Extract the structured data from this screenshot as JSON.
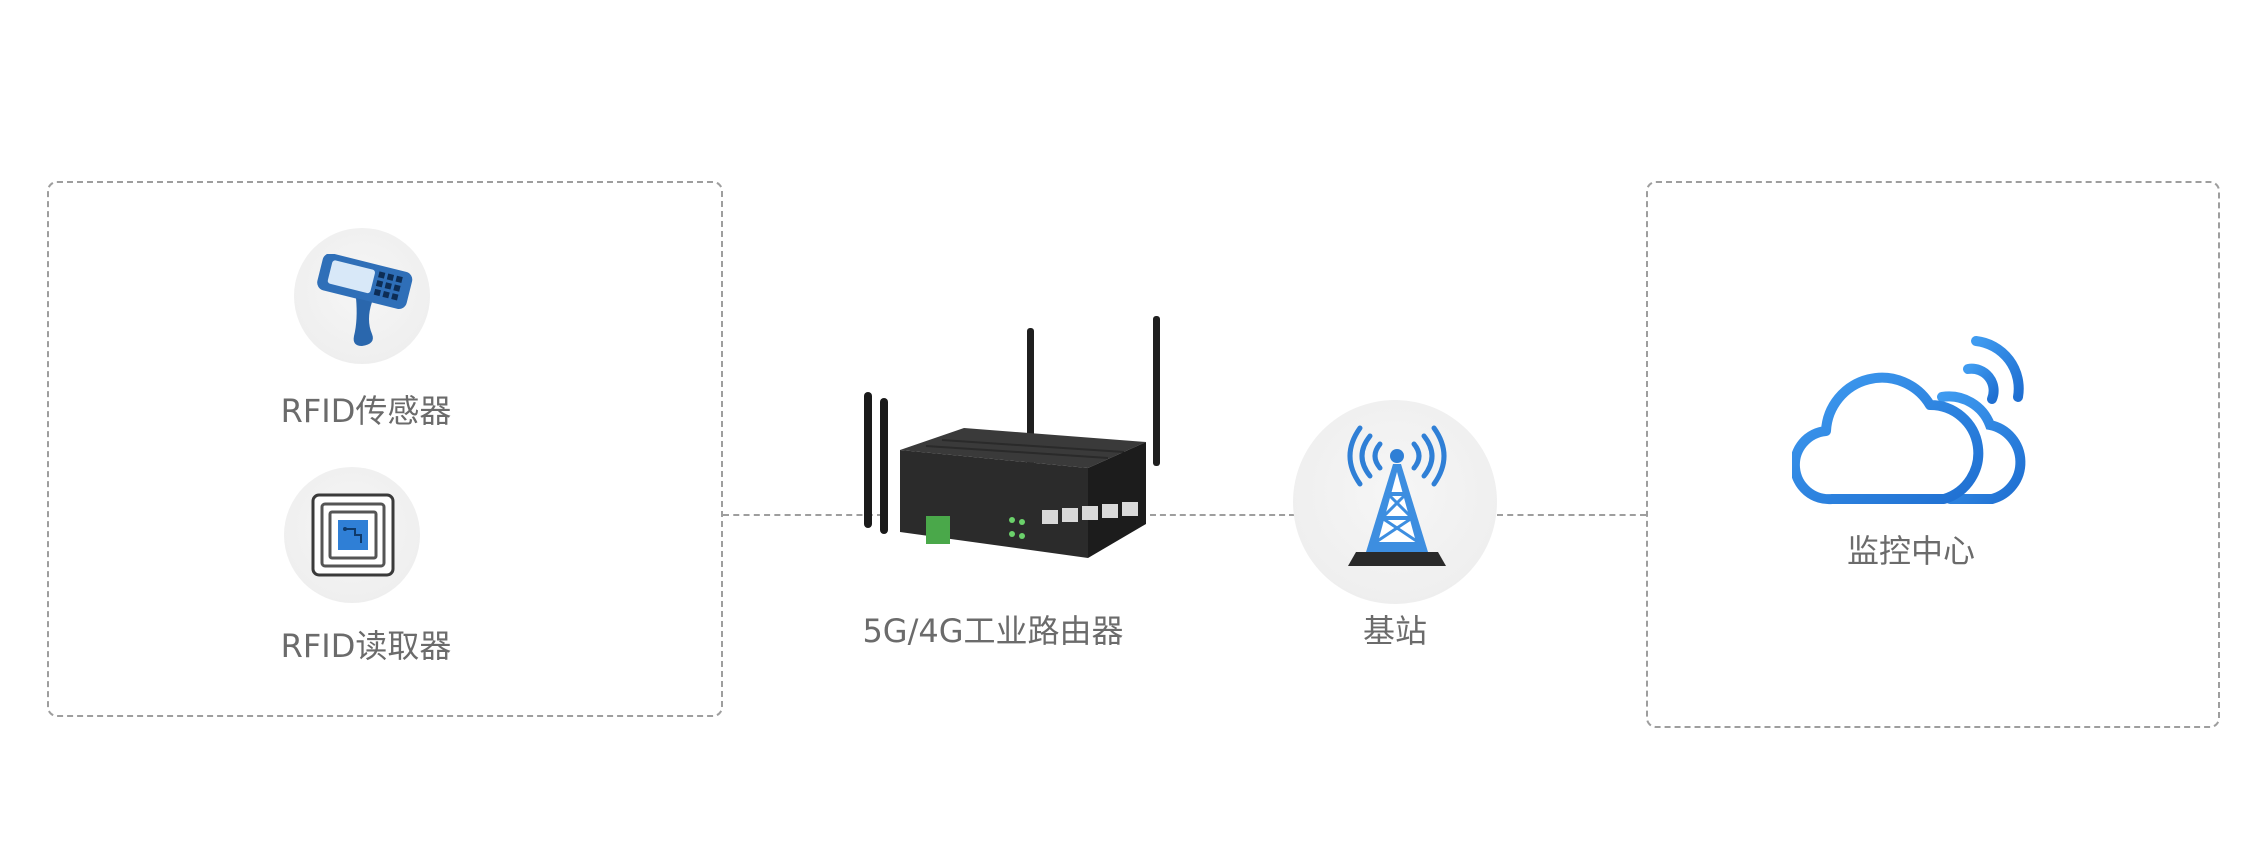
{
  "nodes": {
    "rfid_sensor": {
      "label": "RFID传感器",
      "icon": "handheld-scanner-icon"
    },
    "rfid_reader": {
      "label": "RFID读取器",
      "icon": "rfid-tag-icon"
    },
    "router": {
      "label": "5G/4G工业路由器",
      "icon": "industrial-router-icon"
    },
    "base_station": {
      "label": "基站",
      "icon": "cell-tower-icon"
    },
    "monitor_center": {
      "label": "监控中心",
      "icon": "cloud-icon"
    }
  },
  "colors": {
    "accent_blue": "#2f7fd6",
    "border_gray": "#9e9e9e",
    "label_gray": "#6b6b6b",
    "router_dark": "#2b2b2b"
  }
}
